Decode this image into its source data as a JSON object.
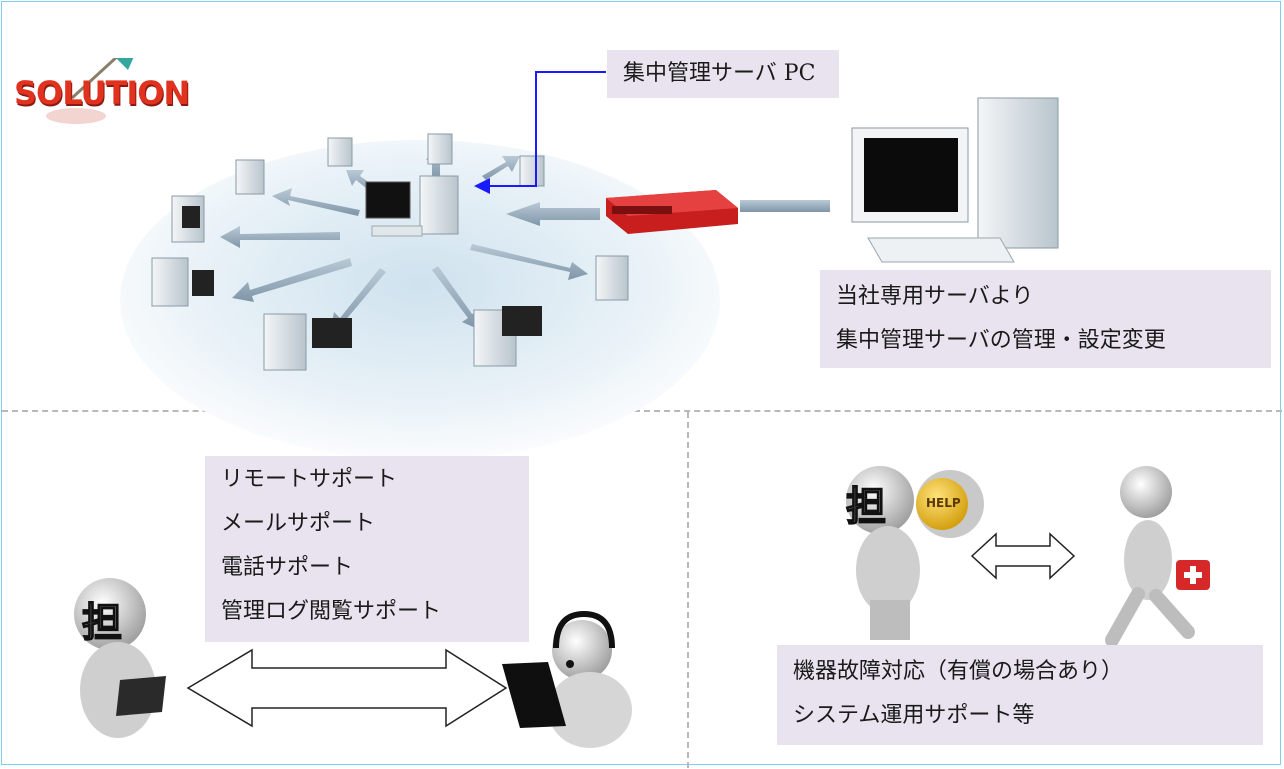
{
  "logo": {
    "text": "SOLUTION"
  },
  "labels": {
    "central_server": "集中管理サーバ PC",
    "dedicated_server": [
      "当社専用サーバより",
      "集中管理サーバの管理・設定変更"
    ],
    "support": [
      "リモートサポート",
      "メールサポート",
      "電話サポート",
      "管理ログ閲覧サポート"
    ],
    "failure": [
      "機器故障対応（有償の場合あり）",
      "システム運用サポート等"
    ]
  },
  "figures": {
    "person_char": "担",
    "help_button": "HELP"
  },
  "colors": {
    "label_bg": "#e8e3ee",
    "frame": "#7fd0ea",
    "pointer": "#1a1aff",
    "router": "#d42a2a",
    "logo_red": "#e0321e"
  }
}
